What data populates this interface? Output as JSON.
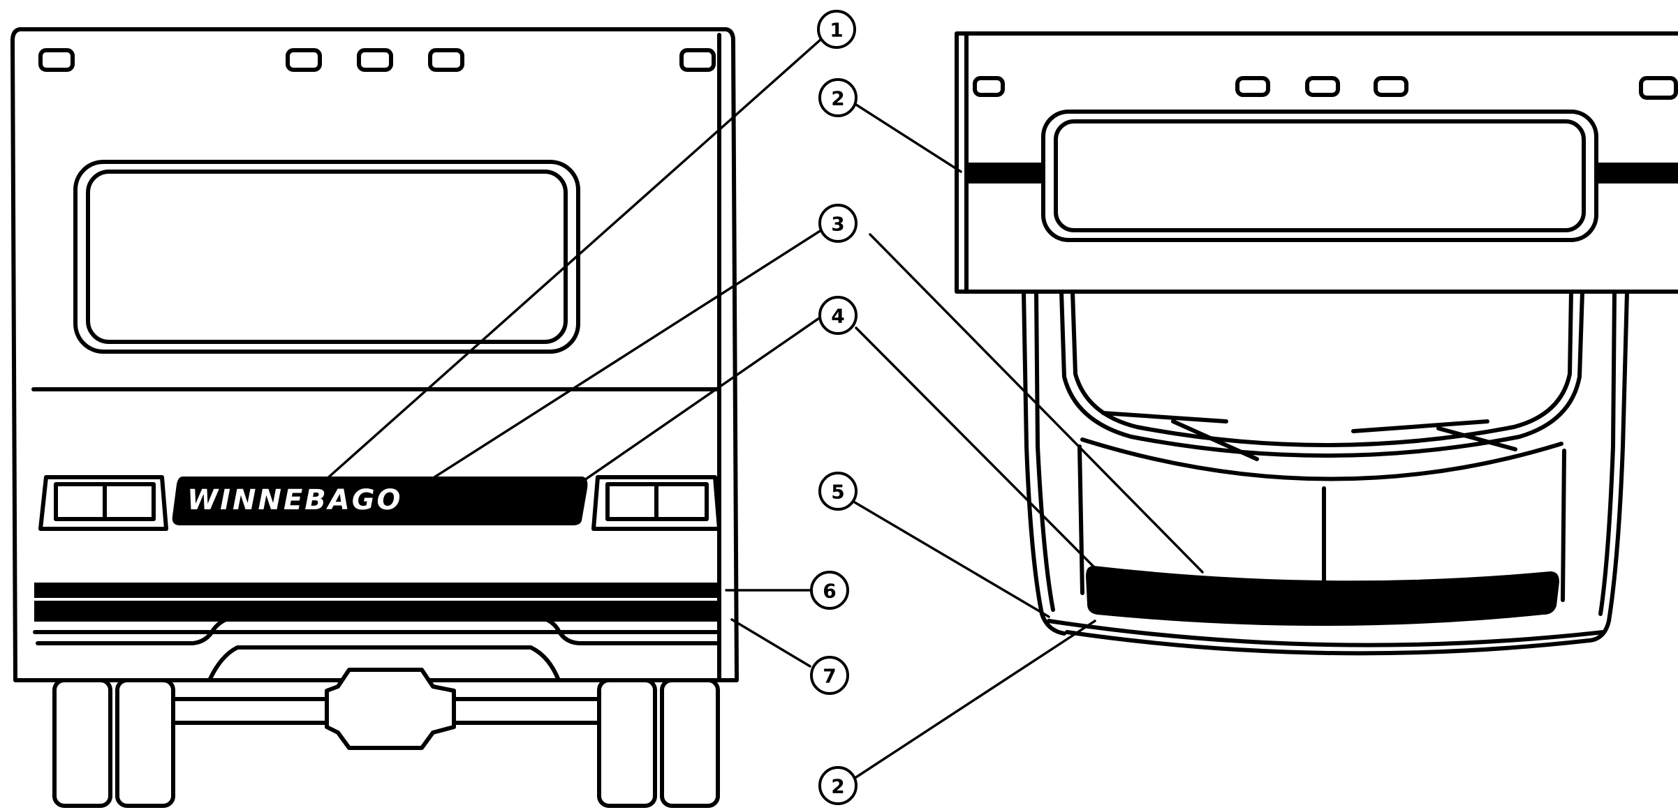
{
  "rear_view": {
    "logo_text": "WINNEBAGO"
  },
  "callouts": [
    {
      "id": "c1",
      "number": "1"
    },
    {
      "id": "c2a",
      "number": "2"
    },
    {
      "id": "c3",
      "number": "3"
    },
    {
      "id": "c4",
      "number": "4"
    },
    {
      "id": "c5",
      "number": "5"
    },
    {
      "id": "c6",
      "number": "6"
    },
    {
      "id": "c7",
      "number": "7"
    },
    {
      "id": "c2b",
      "number": "2"
    }
  ]
}
